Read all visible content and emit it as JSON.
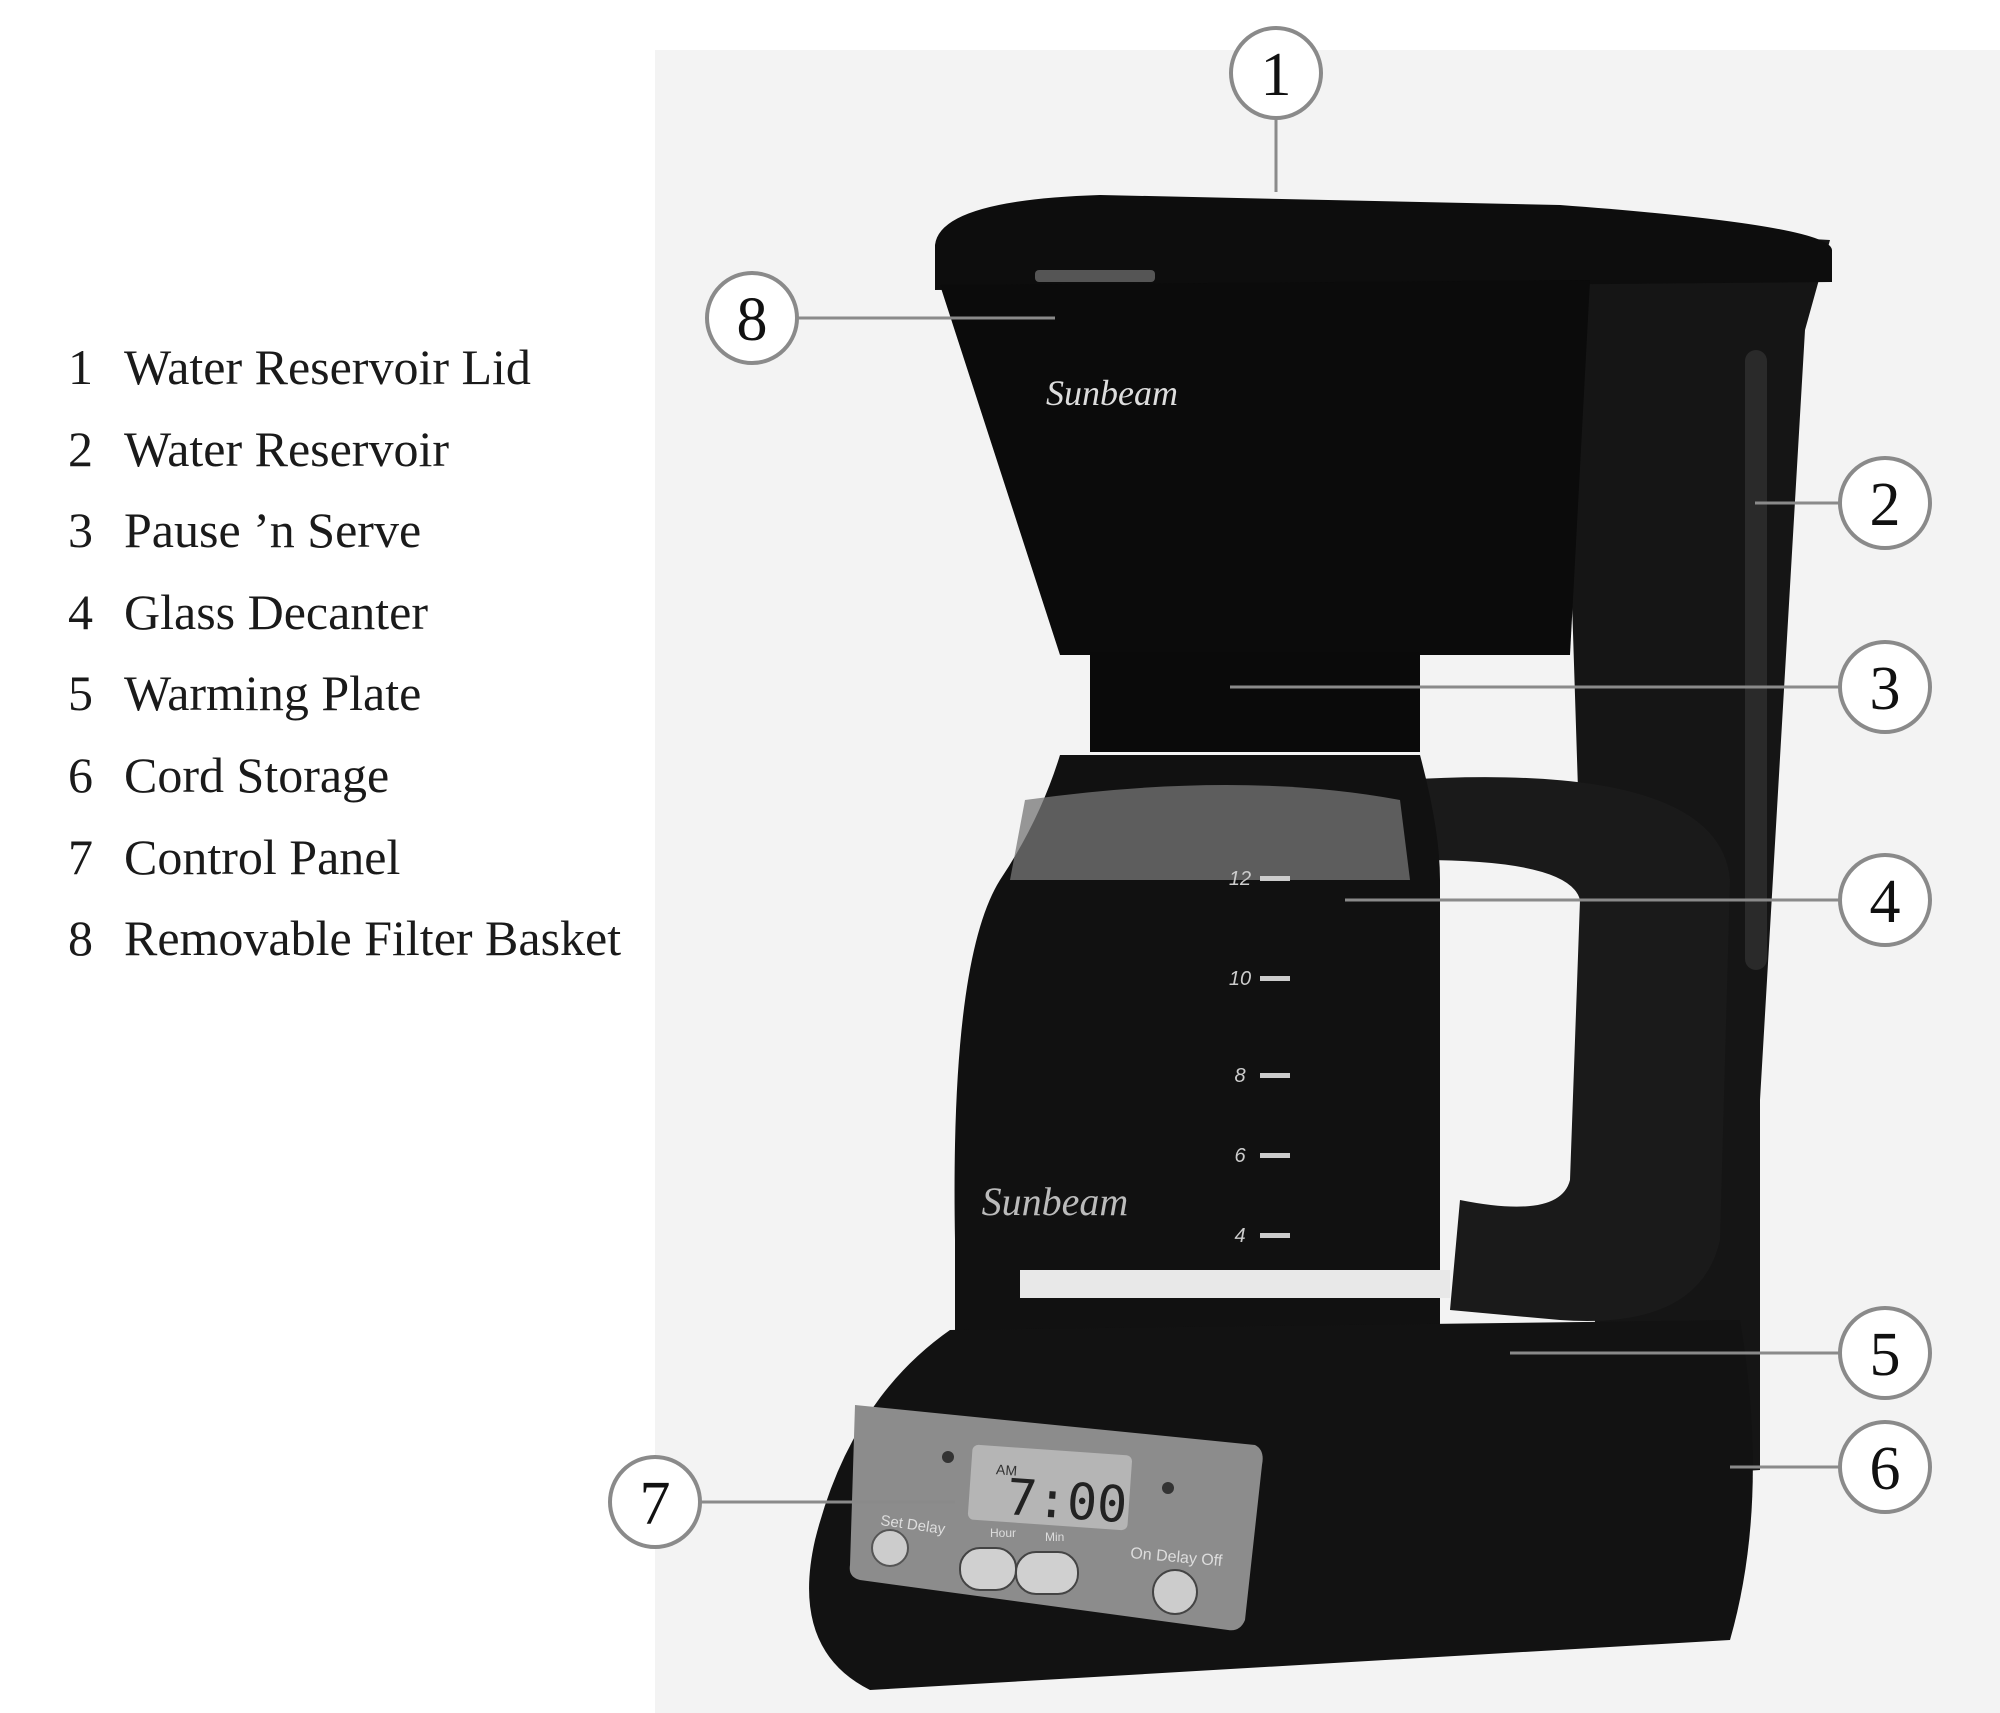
{
  "title": "Coffee maker parts diagram",
  "parts": [
    {
      "number": "1",
      "label": "Water Reservoir Lid"
    },
    {
      "number": "2",
      "label": "Water Reservoir"
    },
    {
      "number": "3",
      "label": "Pause ’n Serve"
    },
    {
      "number": "4",
      "label": "Glass Decanter"
    },
    {
      "number": "5",
      "label": "Warming Plate"
    },
    {
      "number": "6",
      "label": "Cord Storage"
    },
    {
      "number": "7",
      "label": "Control Panel"
    },
    {
      "number": "8",
      "label": "Removable Filter Basket"
    }
  ],
  "product": {
    "brand": "Sunbeam",
    "decanter_marks": [
      "12",
      "10",
      "8",
      "6",
      "4"
    ],
    "display_time": "7:00",
    "display_indicator": "AM",
    "buttons": [
      "Set Delay",
      "Hour",
      "Min",
      "On Delay Off"
    ]
  },
  "colors": {
    "body": "#111111",
    "background_panel": "#f2f2f2",
    "callout_line": "#8a8a8a"
  }
}
